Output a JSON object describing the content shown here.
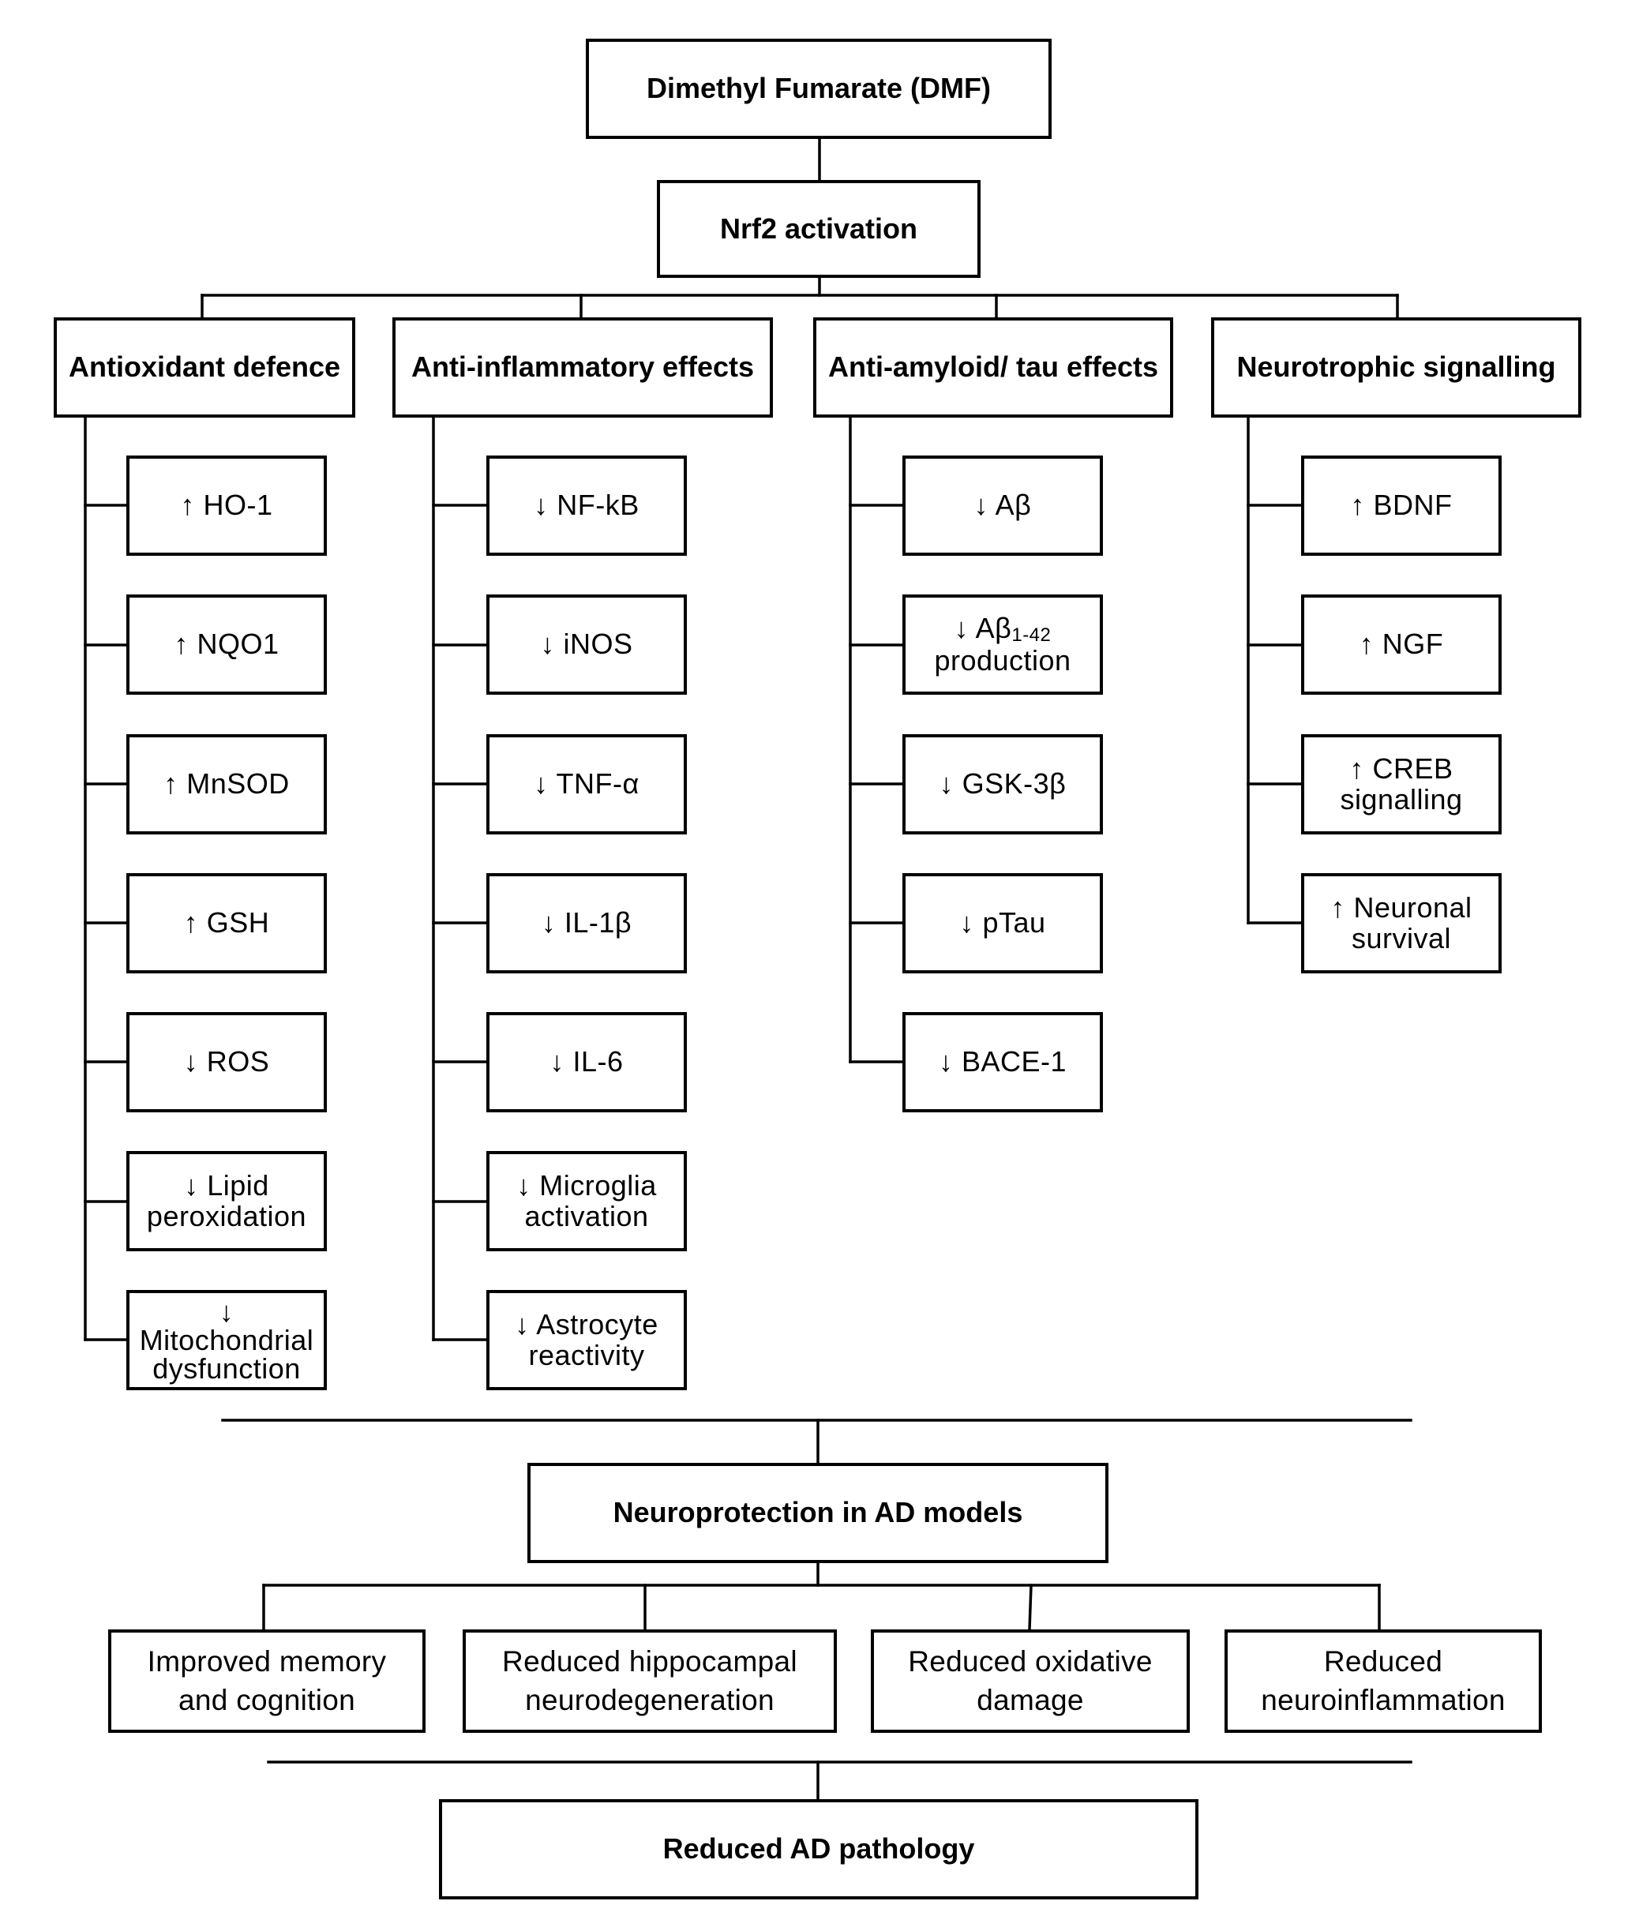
{
  "top": {
    "dmf": "Dimethyl Fumarate (DMF)",
    "nrf2": "Nrf2 activation"
  },
  "categories": {
    "antioxidant": {
      "title": "Antioxidant defence",
      "items": [
        [
          "↑ HO-1"
        ],
        [
          "↑ NQO1"
        ],
        [
          "↑ MnSOD"
        ],
        [
          "↑ GSH"
        ],
        [
          "↓ ROS"
        ],
        [
          "↓ Lipid",
          "peroxidation"
        ],
        [
          "↓",
          "Mitochondrial",
          "dysfunction"
        ]
      ]
    },
    "anti_inflammatory": {
      "title": "Anti-inflammatory effects",
      "items": [
        [
          "↓ NF-kB"
        ],
        [
          "↓ iNOS"
        ],
        [
          "↓ TNF-α"
        ],
        [
          "↓ IL-1β"
        ],
        [
          "↓ IL-6"
        ],
        [
          "↓ Microglia",
          "activation"
        ],
        [
          "↓ Astrocyte",
          "reactivity"
        ]
      ]
    },
    "anti_amyloid": {
      "title": "Anti-amyloid/ tau effects",
      "items": {
        "abeta": "↓ Aβ",
        "abeta42_prefix": "↓ Aβ",
        "abeta42_sub": "1-42",
        "abeta42_line2": "production",
        "gsk": "↓ GSK-3β",
        "ptau": "↓ pTau",
        "bace": "↓ BACE-1"
      }
    },
    "neurotrophic": {
      "title": "Neurotrophic signalling",
      "items": [
        [
          "↑ BDNF"
        ],
        [
          "↑ NGF"
        ],
        [
          "↑ CREB",
          "signalling"
        ],
        [
          "↑ Neuronal",
          "survival"
        ]
      ]
    }
  },
  "neuroprotection": "Neuroprotection in AD models",
  "outcomes": [
    [
      "Improved memory",
      "and cognition"
    ],
    [
      "Reduced hippocampal",
      "neurodegeneration"
    ],
    [
      "Reduced oxidative",
      "damage"
    ],
    [
      "Reduced",
      "neuroinflammation"
    ]
  ],
  "final": "Reduced AD pathology"
}
